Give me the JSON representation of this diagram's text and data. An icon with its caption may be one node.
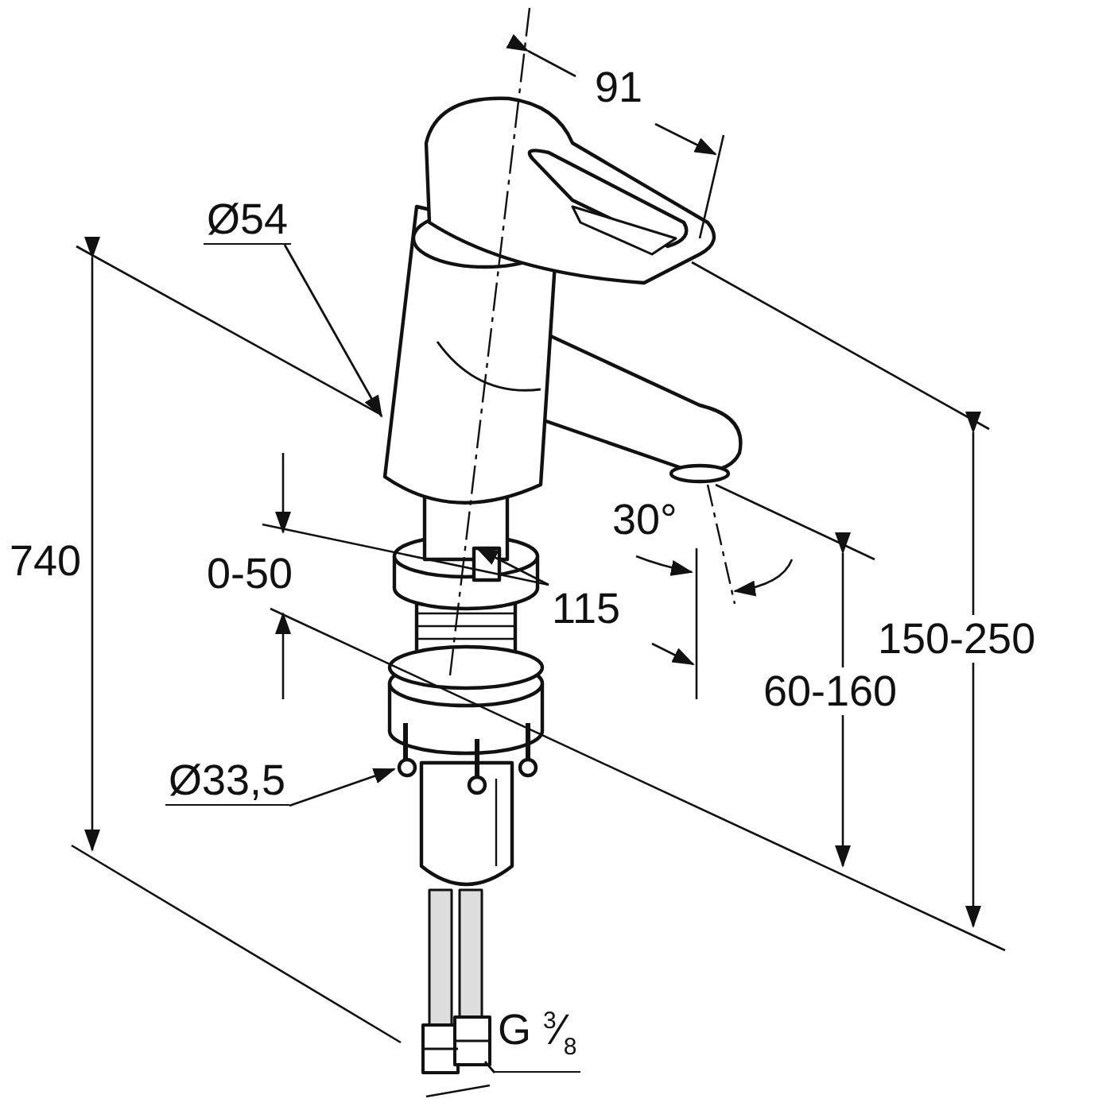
{
  "diagram": {
    "nodes": [
      {
        "text": [
          "Ø54"
        ]
      },
      {
        "text": [
          "Ø33,5"
        ]
      },
      {
        "text": [
          "G $^{3}$⁄$_{8}$"
        ]
      }
    ],
    "edges": [
      {
        "from": 0,
        "to": null,
        "arrow": "to"
      },
      {
        "from": 1,
        "to": null,
        "arrow": "to"
      },
      {
        "from": 2,
        "to": null,
        "arrow": "none"
      }
    ],
    "labels": [
      "91",
      "740",
      "0-50",
      "115",
      "30°",
      "60-160",
      "150-250"
    ]
  }
}
